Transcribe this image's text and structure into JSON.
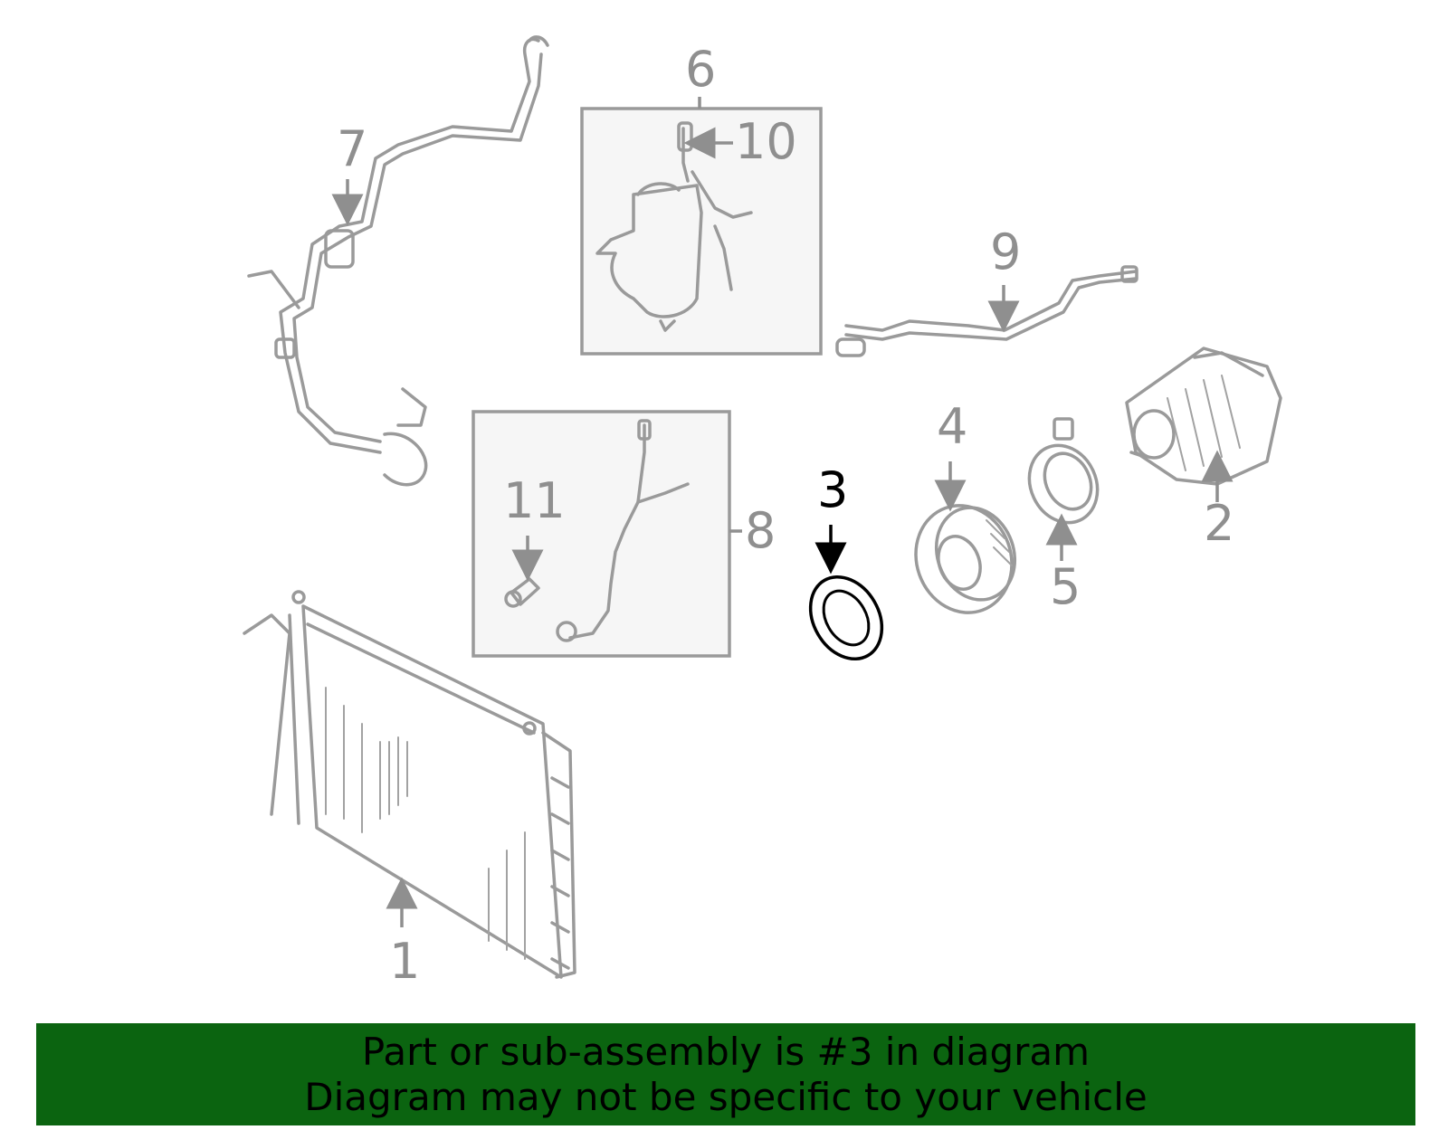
{
  "diagram": {
    "highlighted_part": "3",
    "callouts": [
      {
        "id": "1",
        "label": "1"
      },
      {
        "id": "2",
        "label": "2"
      },
      {
        "id": "3",
        "label": "3"
      },
      {
        "id": "4",
        "label": "4"
      },
      {
        "id": "5",
        "label": "5"
      },
      {
        "id": "6",
        "label": "6"
      },
      {
        "id": "7",
        "label": "7"
      },
      {
        "id": "8",
        "label": "8"
      },
      {
        "id": "9",
        "label": "9"
      },
      {
        "id": "10",
        "label": "10"
      },
      {
        "id": "11",
        "label": "11"
      }
    ],
    "colors": {
      "part_stroke": "#9a9a9a",
      "highlight": "#000000",
      "banner_bg": "#0b6410"
    }
  },
  "footer": {
    "line1": "Part or sub-assembly is #3 in diagram",
    "line2": "Diagram may not be specific to your vehicle"
  }
}
